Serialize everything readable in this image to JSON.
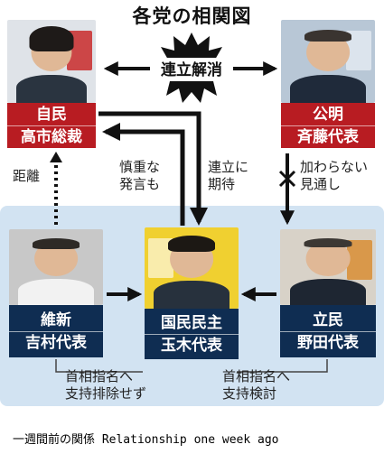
{
  "title": "各党の相関図",
  "center_label": "連立解消",
  "parties": {
    "ldp": {
      "party": "自民",
      "leader": "高市総裁",
      "color": "#b81c22"
    },
    "komeito": {
      "party": "公明",
      "leader": "斉藤代表",
      "color": "#b81c22"
    },
    "ishin": {
      "party": "維新",
      "leader": "吉村代表",
      "color": "#0f2d52"
    },
    "dpfp": {
      "party": "国民民主",
      "leader": "玉木代表",
      "color": "#0f2d52"
    },
    "cdp": {
      "party": "立民",
      "leader": "野田代表",
      "color": "#0f2d52"
    }
  },
  "annotations": {
    "distance": "距離",
    "careful_lines": [
      "慎重な",
      "発言も"
    ],
    "expect_lines": [
      "連立に",
      "期待"
    ],
    "not_join_lines": [
      "加わらない",
      "見通し"
    ],
    "ishin_pm_lines": [
      "首相指名へ",
      "支持排除せず"
    ],
    "cdp_pm_lines": [
      "首相指名へ",
      "支持検討"
    ]
  },
  "caption": "一週間前の関係  Relationship one week ago",
  "colors": {
    "panel_blue": "#d2e3f2",
    "label_red": "#b81c22",
    "label_navy": "#0f2d52",
    "burst": "#111111"
  }
}
